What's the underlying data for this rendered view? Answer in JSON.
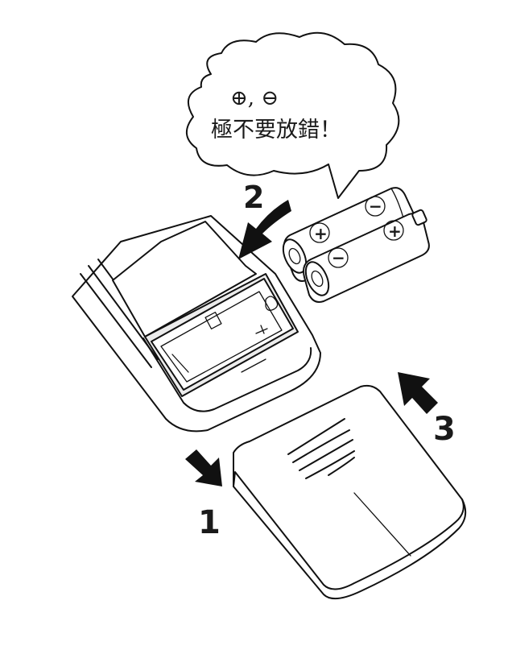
{
  "callout": {
    "symbols": "⊕, ⊖",
    "text": "極不要放錯！"
  },
  "steps": {
    "step1": "1",
    "step2": "2",
    "step3": "3"
  },
  "battery_signs": {
    "plus": "+",
    "minus": "−"
  }
}
